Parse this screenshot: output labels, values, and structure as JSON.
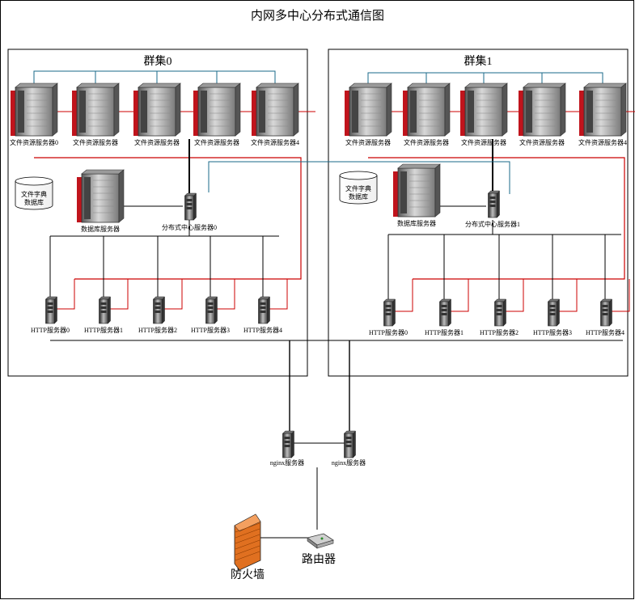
{
  "title": "内网多中心分布式通信图",
  "clusters": [
    {
      "name": "群集0",
      "file_servers": [
        "文件资源服务器0",
        "文件资源服务器",
        "文件资源服务器",
        "文件资源服务器",
        "文件资源服务器4"
      ],
      "dict_db": "文件字典\n数据库",
      "db_server": "数据库服务器",
      "center_server": "分布式中心服务器0",
      "http_servers": [
        "HTTP服务器0",
        "HTTP服务器1",
        "HTTP服务器2",
        "HTTP服务器3",
        "HTTP服务器4"
      ]
    },
    {
      "name": "群集1",
      "file_servers": [
        "文件资源服务器",
        "文件资源服务器",
        "文件资源服务器",
        "文件资源服务器",
        "文件资源服务器4"
      ],
      "dict_db": "文件字典\n数据库",
      "db_server": "数据库服务器",
      "center_server": "分布式中心服务器1",
      "http_servers": [
        "HTTP服务器0",
        "HTTP服务器1",
        "HTTP服务器2",
        "HTTP服务器3",
        "HTTP服务器4"
      ]
    }
  ],
  "nginx_servers": [
    "nginx服务器",
    "nginx服务器"
  ],
  "router": "路由器",
  "firewall": "防火墙",
  "colors": {
    "red_link": "#cc0000",
    "blue_link": "#1a6a8a",
    "server_red": "#c0141c",
    "firewall": "#e07020"
  },
  "icons": {
    "file_server": "rack-server-icon",
    "db_server": "rack-server-icon",
    "center_server": "tower-server-icon",
    "http_server": "tower-server-icon",
    "nginx_server": "tower-server-icon",
    "dict_db": "database-cylinder-icon",
    "router": "router-icon",
    "firewall": "firewall-icon"
  }
}
